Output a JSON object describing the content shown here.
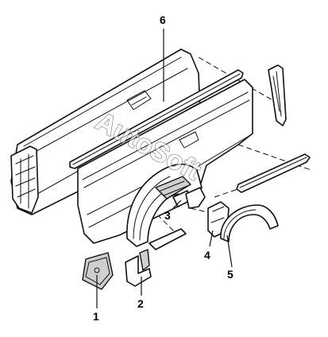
{
  "diagram": {
    "callouts": [
      "1",
      "2",
      "3",
      "4",
      "5",
      "6"
    ],
    "watermark": "AutoSoft"
  },
  "colors": {
    "line": "#111111",
    "background": "#ffffff",
    "shade": "#cfcfcf"
  }
}
